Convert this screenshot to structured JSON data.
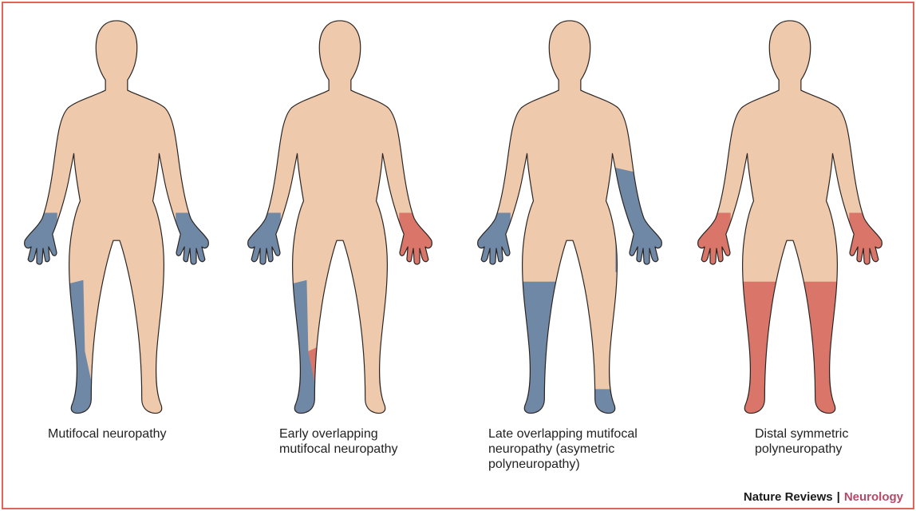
{
  "colors": {
    "skin": "#efc9ab",
    "outline": "#2a2422",
    "affected_blue": "#6e88a6",
    "affected_red": "#da7669",
    "frame": "#e06458",
    "journal": "#b54a68"
  },
  "figures": [
    {
      "id": "multifocal",
      "caption": "Mutifocal neuropathy",
      "regions": [
        {
          "part": "right-hand",
          "color": "affected_blue"
        },
        {
          "part": "left-hand",
          "color": "affected_blue"
        },
        {
          "part": "right-lower-leg-outer",
          "color": "affected_blue"
        }
      ]
    },
    {
      "id": "early-overlapping",
      "caption": "Early overlapping\nmutifocal neuropathy",
      "regions": [
        {
          "part": "right-hand",
          "color": "affected_blue"
        },
        {
          "part": "left-hand",
          "color": "affected_red"
        },
        {
          "part": "right-lower-leg-outer",
          "color": "affected_blue"
        },
        {
          "part": "right-lower-leg-inner",
          "color": "affected_red"
        }
      ]
    },
    {
      "id": "late-overlapping",
      "caption": "Late overlapping mutifocal\nneuropathy (asymetric\npolyneuropathy)",
      "regions": [
        {
          "part": "right-hand",
          "color": "affected_blue"
        },
        {
          "part": "left-forearm-and-hand",
          "color": "affected_blue"
        },
        {
          "part": "right-leg-below-thigh",
          "color": "affected_blue"
        },
        {
          "part": "left-foot",
          "color": "affected_blue"
        }
      ]
    },
    {
      "id": "distal-symmetric",
      "caption": "Distal symmetric\npolyneuropathy",
      "regions": [
        {
          "part": "right-hand",
          "color": "affected_red"
        },
        {
          "part": "left-hand",
          "color": "affected_red"
        },
        {
          "part": "right-leg-below-thigh",
          "color": "affected_red"
        },
        {
          "part": "left-leg-below-thigh",
          "color": "affected_red"
        }
      ]
    }
  ],
  "credit": {
    "journal": "Nature Reviews",
    "separator": "|",
    "section": "Neurology"
  }
}
